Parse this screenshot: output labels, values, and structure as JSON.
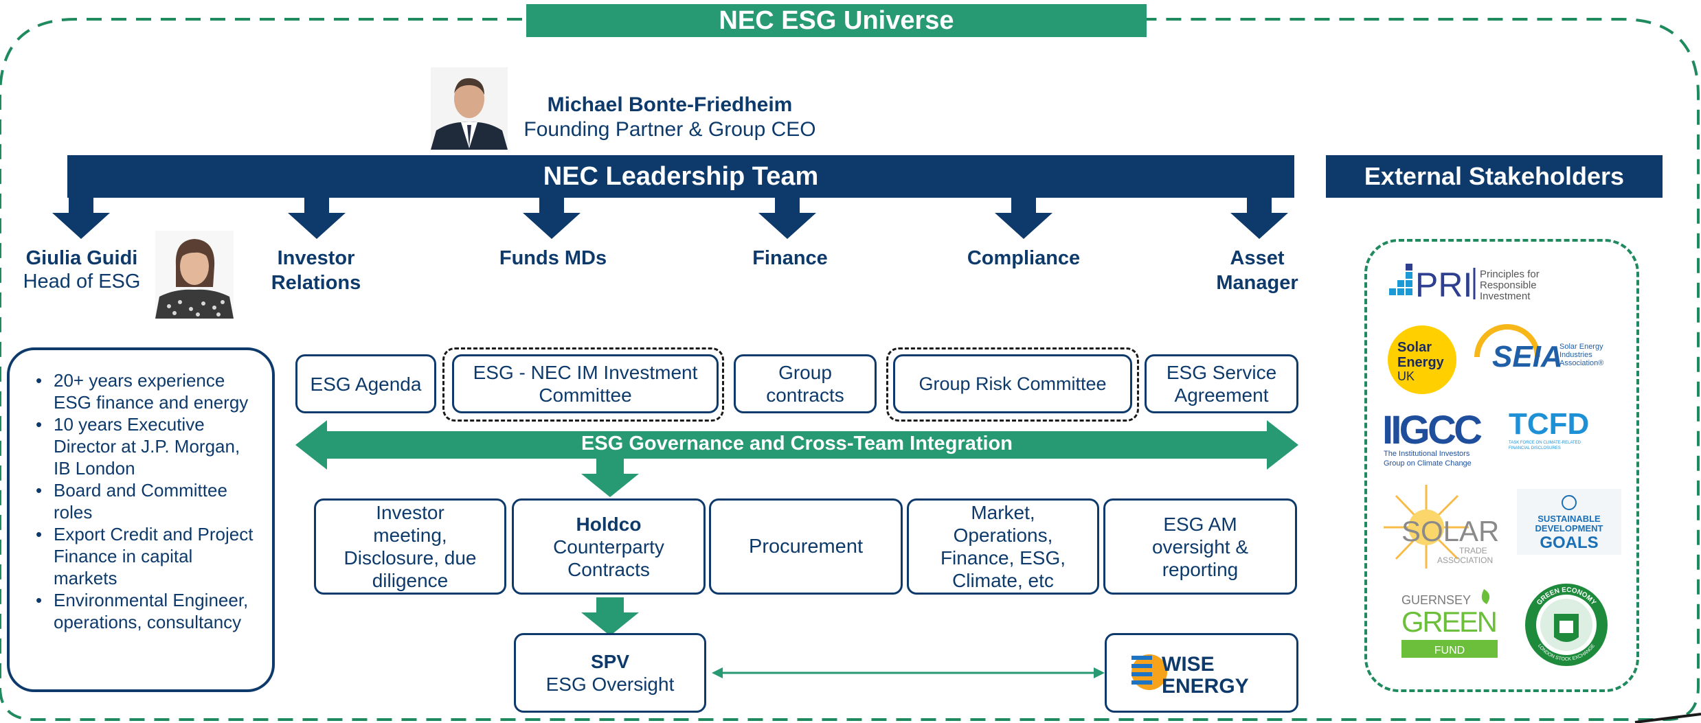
{
  "universe_title": "NEC ESG Universe",
  "ceo": {
    "name": "Michael Bonte-Friedheim",
    "title": "Founding Partner & Group CEO"
  },
  "leadership_team": "NEC Leadership Team",
  "external_title": "External Stakeholders",
  "head_of_esg": {
    "name": "Giulia Guidi",
    "title": "Head of ESG"
  },
  "roles": {
    "ir_line1": "Investor",
    "ir_line2": "Relations",
    "funds": "Funds MDs",
    "finance": "Finance",
    "compliance": "Compliance",
    "am_line1": "Asset",
    "am_line2": "Manager"
  },
  "bio": [
    "20+ years experience ESG finance and energy",
    "10 years Executive Director at J.P. Morgan, IB London",
    "Board and Committee roles",
    "Export Credit and Project Finance in capital markets",
    "Environmental Engineer, operations, consultancy"
  ],
  "top_boxes": {
    "agenda": "ESG Agenda",
    "ic_line1": "ESG - NEC IM Investment",
    "ic_line2": "Committee",
    "contracts_line1": "Group",
    "contracts_line2": "contracts",
    "risk": "Group Risk Committee",
    "service_line1": "ESG Service",
    "service_line2": "Agreement"
  },
  "governance": "ESG Governance and Cross-Team Integration",
  "mid_boxes": {
    "investor_l1": "Investor",
    "investor_l2": "meeting,",
    "investor_l3": "Disclosure, due",
    "investor_l4": "diligence",
    "holdco_title": "Holdco",
    "holdco_l1": "Counterparty",
    "holdco_l2": "Contracts",
    "procurement": "Procurement",
    "market_l1": "Market,",
    "market_l2": "Operations,",
    "market_l3": "Finance, ESG,",
    "market_l4": "Climate, etc",
    "am_l1": "ESG AM",
    "am_l2": "oversight &",
    "am_l3": "reporting"
  },
  "spv": {
    "title": "SPV",
    "subtitle": "ESG Oversight"
  },
  "wise_energy": {
    "line1": "WISE",
    "line2": "ENERGY"
  },
  "logos": {
    "pri": {
      "mark": "PRI",
      "caption1": "Principles for",
      "caption2": "Responsible",
      "caption3": "Investment"
    },
    "solar_uk": {
      "line1": "Solar",
      "line2": "Energy",
      "line3": "UK"
    },
    "seia": {
      "mark": "SEIA",
      "caption1": "Solar Energy",
      "caption2": "Industries",
      "caption3": "Association®"
    },
    "iigcc": {
      "mark": "IIGCC",
      "caption1": "The Institutional Investors",
      "caption2": "Group on Climate Change"
    },
    "tcfd": {
      "mark": "TCFD",
      "caption1": "TASK FORCE ON CLIMATE-RELATED",
      "caption2": "FINANCIAL DISCLOSURES"
    },
    "solar_trade": {
      "mark": "SOLAR",
      "caption1": "TRADE",
      "caption2": "ASSOCIATION"
    },
    "sdg": {
      "line1": "SUSTAINABLE",
      "line2": "DEVELOPMENT",
      "line3": "GOALS"
    },
    "guernsey": {
      "line1": "GUERNSEY",
      "line2": "GREEN",
      "line3": "FUND"
    },
    "lse": {
      "ring_top": "GREEN ECONOMY",
      "ring_bottom": "LONDON STOCK EXCHANGE"
    }
  },
  "colors": {
    "navy": "#0d3a6b",
    "green": "#279a73",
    "dashed_green": "#1f8a5e"
  }
}
